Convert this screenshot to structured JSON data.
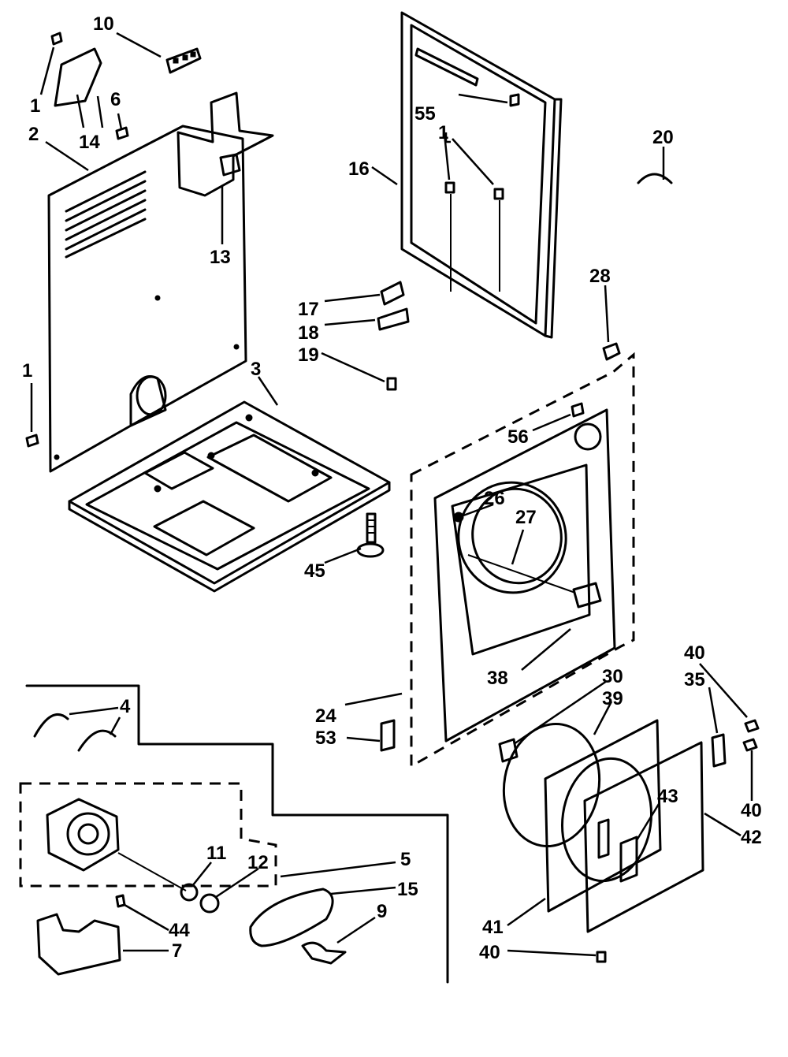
{
  "callouts": {
    "c10": "10",
    "c1a": "1",
    "c14": "14",
    "c6": "6",
    "c2": "2",
    "c13": "13",
    "c1b": "1",
    "c3": "3",
    "c55": "55",
    "c1c": "1",
    "c16": "16",
    "c20": "20",
    "c17": "17",
    "c18": "18",
    "c19": "19",
    "c28": "28",
    "c56": "56",
    "c26": "26",
    "c27": "27",
    "c45": "45",
    "c38": "38",
    "c24": "24",
    "c53": "53",
    "c30": "30",
    "c39": "39",
    "c40a": "40",
    "c35": "35",
    "c40b": "40",
    "c43": "43",
    "c42": "42",
    "c41": "41",
    "c40c": "40",
    "c4": "4",
    "c11": "11",
    "c12": "12",
    "c5": "5",
    "c15": "15",
    "c9": "9",
    "c44": "44",
    "c7": "7"
  },
  "colors": {
    "line": "#000000",
    "background": "#ffffff"
  }
}
